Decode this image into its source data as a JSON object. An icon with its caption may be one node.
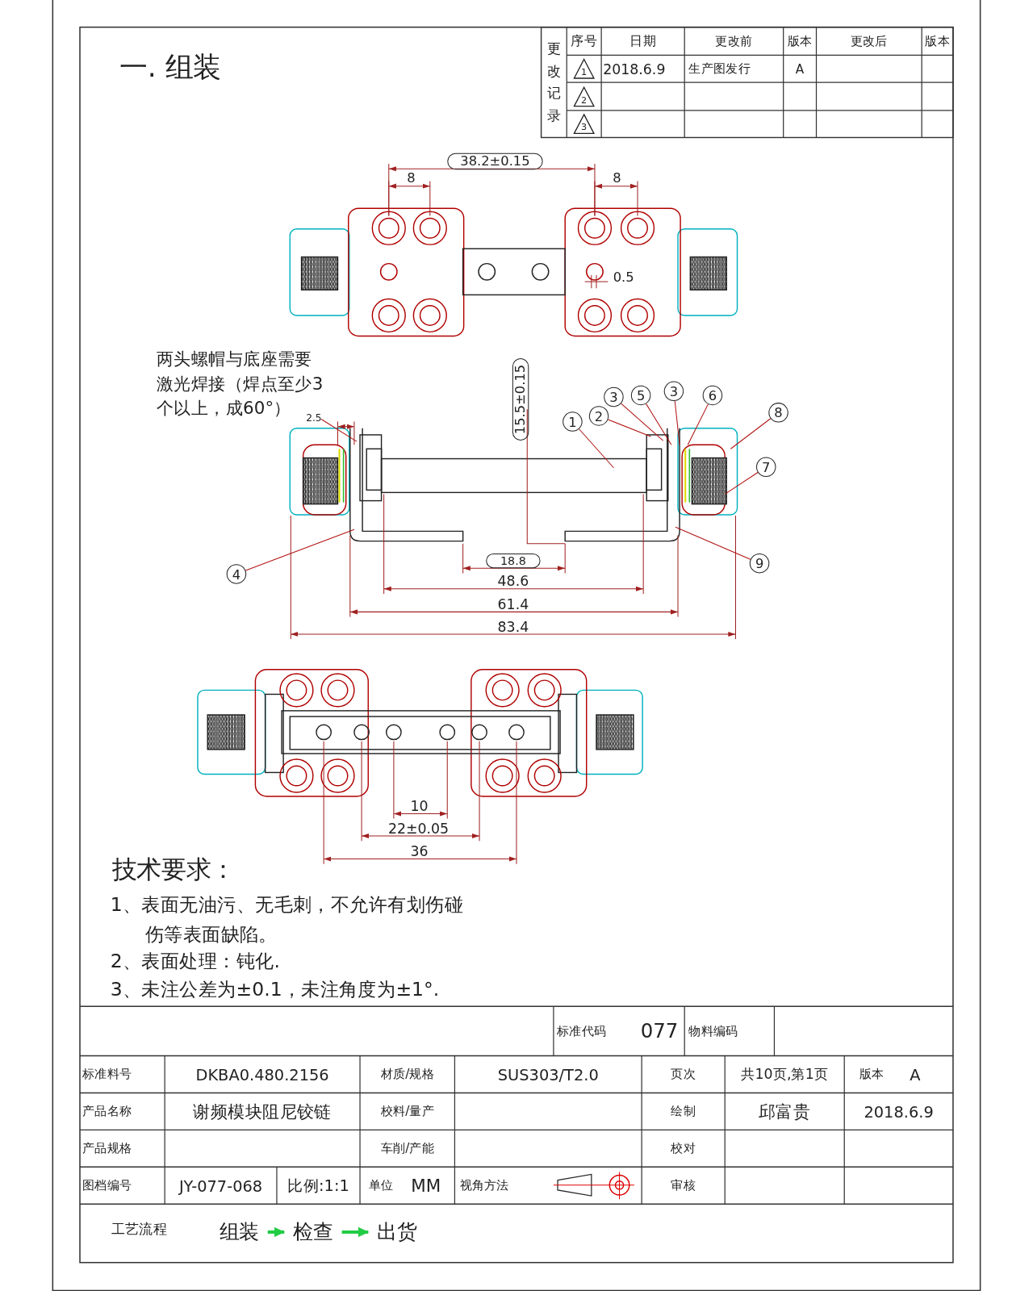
{
  "diagram": {
    "title": "一. 组装",
    "nodes": [
      {
        "text": [
          "两头螺帽与底座需要激光焊接（焊点至少3个以上，成60°）"
        ]
      },
      {
        "text": [
          "1"
        ]
      },
      {
        "text": [
          "2"
        ]
      },
      {
        "text": [
          "3"
        ]
      },
      {
        "text": [
          "5"
        ]
      },
      {
        "text": [
          "3"
        ]
      },
      {
        "text": [
          "6"
        ]
      },
      {
        "text": [
          "8"
        ]
      },
      {
        "text": [
          "7"
        ]
      },
      {
        "text": [
          "4"
        ]
      },
      {
        "text": [
          "9"
        ]
      },
      {
        "text": [
          "组装"
        ]
      },
      {
        "text": [
          "检查"
        ]
      },
      {
        "text": [
          "出货"
        ]
      }
    ],
    "edges": [
      {
        "from": 0,
        "to": null,
        "arrow": "none"
      },
      {
        "from": 1,
        "to": null,
        "arrow": "none"
      },
      {
        "from": 2,
        "to": null,
        "arrow": "none"
      },
      {
        "from": 3,
        "to": null,
        "arrow": "none"
      },
      {
        "from": 4,
        "to": null,
        "arrow": "none"
      },
      {
        "from": 5,
        "to": null,
        "arrow": "none"
      },
      {
        "from": 6,
        "to": null,
        "arrow": "none"
      },
      {
        "from": 7,
        "to": null,
        "arrow": "none"
      },
      {
        "from": 8,
        "to": null,
        "arrow": "none"
      },
      {
        "from": 9,
        "to": null,
        "arrow": "none"
      },
      {
        "from": 10,
        "to": null,
        "arrow": "none"
      },
      {
        "from": 11,
        "to": 12,
        "arrow": "to",
        "style": "thick",
        "color": "#22cc44"
      },
      {
        "from": 12,
        "to": 13,
        "arrow": "to",
        "style": "thick",
        "color": "#22cc44"
      }
    ],
    "labels": [
      "更改记录",
      "序号",
      "日期",
      "更改前",
      "版本",
      "更改后",
      "版本",
      "1",
      "2018.6.9",
      "生产图发行",
      "A",
      "2",
      "3",
      "38.2±0.15",
      "8",
      "8",
      "0.5",
      "2.5",
      "15.5±0.15",
      "18.8",
      "48.6",
      "61.4",
      "83.4",
      "10",
      "22±0.05",
      "36",
      "技术要求：",
      "1、表面无油污、无毛刺，不允许有划伤碰伤等表面缺陷。",
      "2、表面处理：钝化.",
      "3、未注公差为±0.1，未注角度为±1°.",
      "标准代码",
      "077",
      "物料编码",
      "标准料号",
      "DKBA0.480.2156",
      "材质/规格",
      "SUS303/T2.0",
      "页次",
      "共10页,第1页",
      "版本",
      "A",
      "产品名称",
      "谢频模块阻尼铰链",
      "校料/量产",
      "绘制",
      "邱富贵",
      "2018.6.9",
      "产品规格",
      "车削/产能",
      "校对",
      "图档编号",
      "JY-077-068",
      "比例:1:1",
      "单位",
      "MM",
      "视角方法",
      "审核",
      "工艺流程"
    ]
  }
}
